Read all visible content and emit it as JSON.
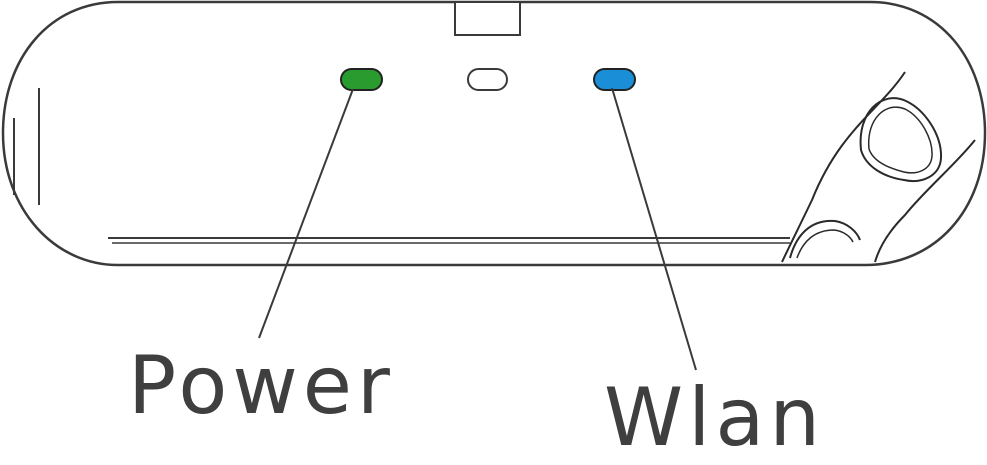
{
  "labels": {
    "power": "Power",
    "wlan": "Wlan"
  },
  "indicators": [
    {
      "name": "power-led",
      "color": "#2a9b2e",
      "state": "on"
    },
    {
      "name": "middle-led",
      "color": "#ffffff",
      "state": "off"
    },
    {
      "name": "wlan-led",
      "color": "#1a8fd8",
      "state": "on"
    }
  ],
  "colors": {
    "outline": "#3a3a3a",
    "text": "#3f3f3f",
    "power_led": "#2a9b2e",
    "wlan_led": "#1a8fd8"
  }
}
